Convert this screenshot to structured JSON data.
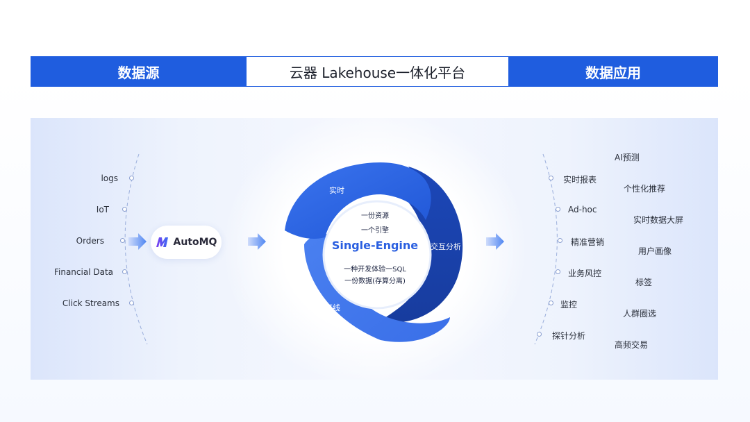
{
  "header": {
    "left": "数据源",
    "middle": "云器 Lakehouse一体化平台",
    "right": "数据应用"
  },
  "sources": [
    "logs",
    "IoT",
    "Orders",
    "Financial Data",
    "Click Streams"
  ],
  "automq": {
    "name": "AutoMQ",
    "icon": "automq-logo-icon"
  },
  "engine": {
    "top_lines": [
      "一份资源",
      "一个引擎"
    ],
    "title": "Single-Engine",
    "bottom_lines": [
      "一种开发体验一SQL",
      "一份数据(存算分离)"
    ],
    "segments": [
      "实时",
      "交互分析",
      "离线"
    ]
  },
  "applications_inner": [
    "实时报表",
    "Ad-hoc",
    "精准营销",
    "业务风控",
    "监控",
    "探针分析"
  ],
  "applications_outer": [
    "AI预测",
    "个性化推荐",
    "实时数据大屏",
    "用户画像",
    "标签",
    "人群圈选",
    "高频交易"
  ],
  "colors": {
    "brand": "#1f5ddf",
    "ring_dark": "#1c47b8",
    "ring_mid": "#2460dc",
    "ring_light": "#4a80f0",
    "accent_text": "#2a5fe0"
  }
}
